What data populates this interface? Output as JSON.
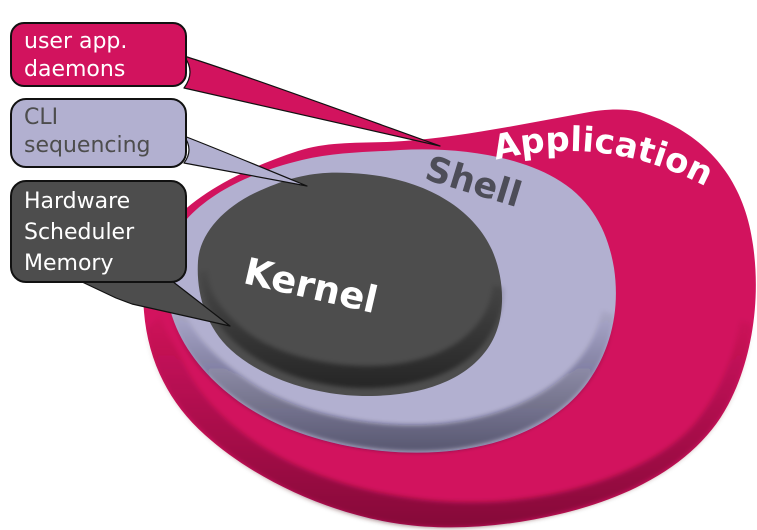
{
  "diagram": {
    "title": "operating-system-layers",
    "background_color": "#FFFFFF",
    "layers": [
      {
        "label": "Application",
        "color": "#D2135E",
        "side_color": "#9C0C44",
        "text_color": "#FFFFFF"
      },
      {
        "label": "Shell",
        "color": "#B2B0D0",
        "side_color": "#5E5E70",
        "text_color": "#4D4D58"
      },
      {
        "label": "Kernel",
        "color": "#4D4D4D",
        "side_color": "#2A2A2A",
        "text_color": "#FFFFFF"
      }
    ],
    "callouts": [
      {
        "points_to": "Application",
        "color": "#D2135E",
        "text_color": "#FFFFFF",
        "lines": [
          "user app.",
          "daemons"
        ]
      },
      {
        "points_to": "Shell",
        "color": "#B2B0D0",
        "text_color": "#4D4D4D",
        "lines": [
          "CLI",
          "sequencing"
        ]
      },
      {
        "points_to": "Kernel",
        "color": "#4D4D4D",
        "text_color": "#FFFFFF",
        "lines": [
          "Hardware",
          "Scheduler",
          "Memory"
        ]
      }
    ]
  }
}
